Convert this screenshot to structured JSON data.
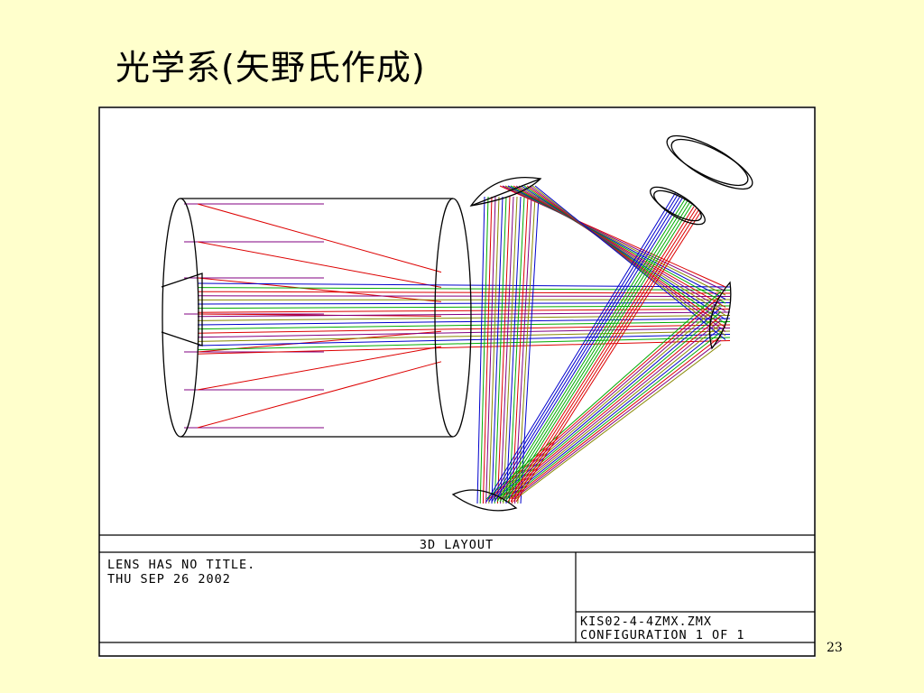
{
  "slide": {
    "title": "光学系(矢野氏作成)",
    "page_number": "23"
  },
  "layout_figure": {
    "panel_title": "3D LAYOUT",
    "lens_title": "LENS HAS NO TITLE.",
    "date": "THU SEP 26 2002",
    "file_name": "KIS02-4-4ZMX.ZMX",
    "configuration": "CONFIGURATION 1 OF 1",
    "ray_colors": {
      "field1": "#0000cc",
      "field2": "#00aa00",
      "field3": "#dd0000",
      "field4": "#800080",
      "field5": "#888800"
    }
  }
}
